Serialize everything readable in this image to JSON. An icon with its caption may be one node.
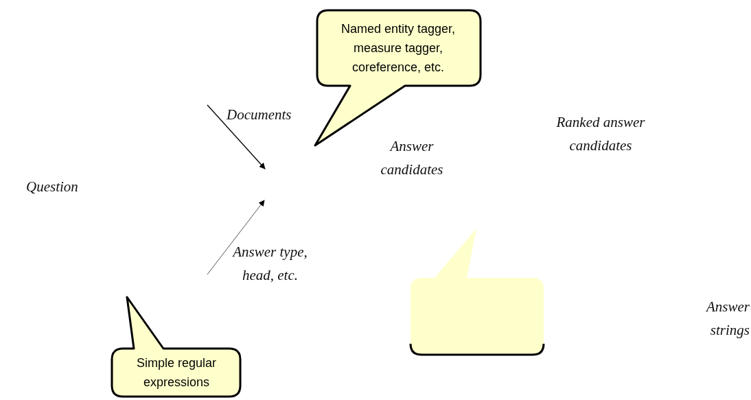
{
  "diagram": {
    "nodes": [
      {
        "text": [
          "Named entity tagger, measure tagger, coreference, etc."
        ]
      },
      {
        "text": [
          "Simple regular expressions"
        ]
      },
      {
        "text": [],
        "shape": "callout"
      }
    ],
    "labels": [
      "Documents",
      "Ranked answer candidates",
      "Answer candidates",
      "Question",
      "Answer type, head, etc.",
      "Answer strings"
    ]
  }
}
